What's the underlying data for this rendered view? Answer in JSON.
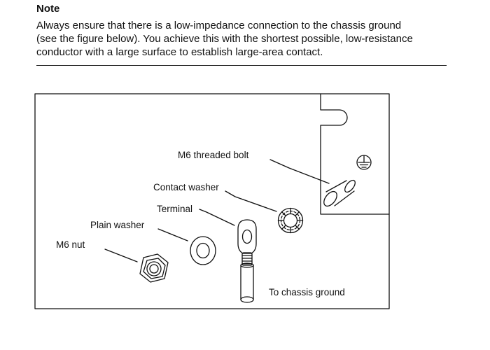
{
  "note": {
    "heading": "Note",
    "lines": [
      "Always ensure that there is a low-impedance connection to the chassis ground",
      "(see the figure below). You achieve this with the shortest possible, low-resistance",
      "conductor with a large surface to establish large-area contact."
    ]
  },
  "figure": {
    "labels": {
      "bolt": "M6 threaded bolt",
      "contact_washer": "Contact washer",
      "terminal": "Terminal",
      "plain_washer": "Plain washer",
      "nut": "M6 nut",
      "chassis_ground": "To chassis ground"
    },
    "icons": [
      "ground-symbol-icon"
    ]
  }
}
